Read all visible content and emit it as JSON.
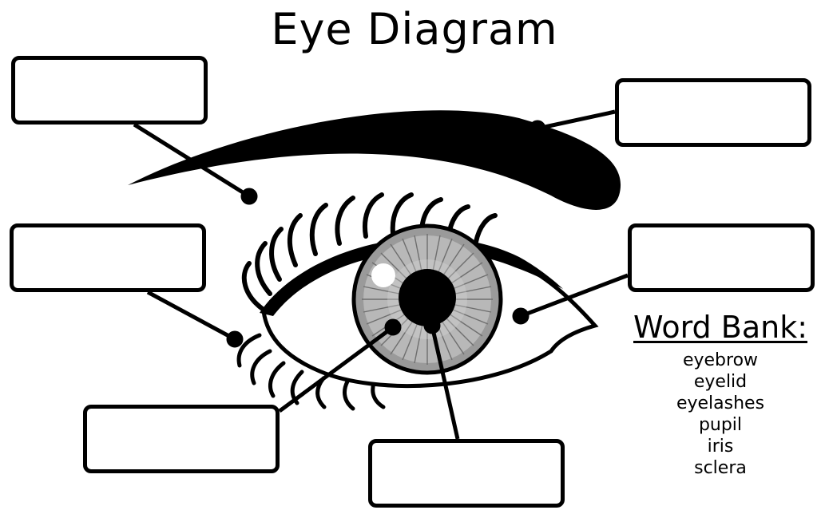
{
  "title": "Eye Diagram",
  "word_bank": {
    "heading": "Word Bank:",
    "words": [
      "eyebrow",
      "eyelid",
      "eyelashes",
      "pupil",
      "iris",
      "sclera"
    ]
  },
  "label_boxes": [
    {
      "id": "top-left",
      "value": ""
    },
    {
      "id": "mid-left",
      "value": ""
    },
    {
      "id": "bottom-left",
      "value": ""
    },
    {
      "id": "bottom-center",
      "value": ""
    },
    {
      "id": "top-right",
      "value": ""
    },
    {
      "id": "mid-right",
      "value": ""
    }
  ],
  "colors": {
    "ink": "#000000",
    "iris": "#9a9a9a",
    "background": "#ffffff"
  }
}
